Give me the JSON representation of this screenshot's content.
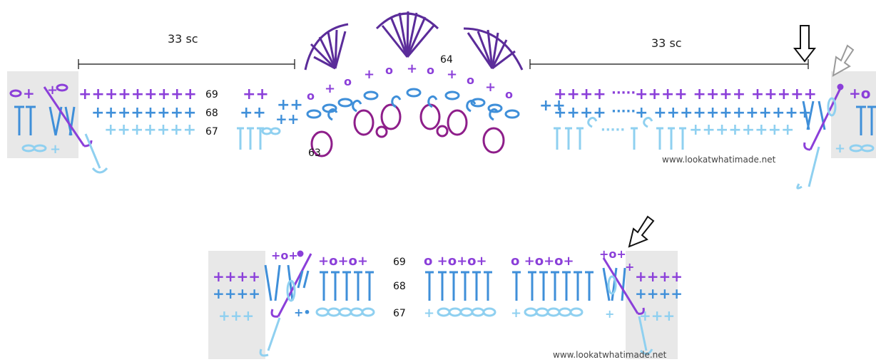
{
  "labels": {
    "top_left_count": "33 sc",
    "top_right_count": "33 sc",
    "round_63": "63",
    "round_64": "64",
    "top_row_69": "69",
    "top_row_68": "68",
    "top_row_67": "67",
    "bottom_row_69": "69",
    "bottom_row_68": "68",
    "bottom_row_67": "67"
  },
  "watermarks": {
    "top": "www.lookatwhatimade.net",
    "bottom": "www.lookatwhatimade.net"
  },
  "colors": {
    "row_69": "#8B3FD9",
    "row_68": "#3F8FD9",
    "row_67": "#8FD0F0",
    "round_63": "#8E1E8A",
    "round_64": "#5B2C9A",
    "shade": "#e8e8e8",
    "arrow_gray": "#9a9a9a",
    "arrow_black": "#111111"
  },
  "symbols": {
    "top_left_69": "+++++++++",
    "top_left_68": "++++++++",
    "top_left_67": "+++++++",
    "top_mid_69": "++",
    "top_mid_68": "++",
    "top_right_69a": "++++",
    "top_right_69b": "++++ ++++ +++++",
    "top_right_68a": "++++",
    "top_right_68b": "+ ++++++++++++",
    "top_right_67": "++++++++",
    "dots": "·····",
    "bot_left_69": "++++",
    "bot_left_68": "++++",
    "bot_left_67": "+++",
    "bot_right_69": "++++",
    "bot_right_68": "++++",
    "bot_right_67": "+++",
    "bot_a_69": "+o+o+",
    "bot_b_69": "o +o+o+",
    "bot_c_69": "o +o+o+",
    "bot_67_plus": "+"
  }
}
